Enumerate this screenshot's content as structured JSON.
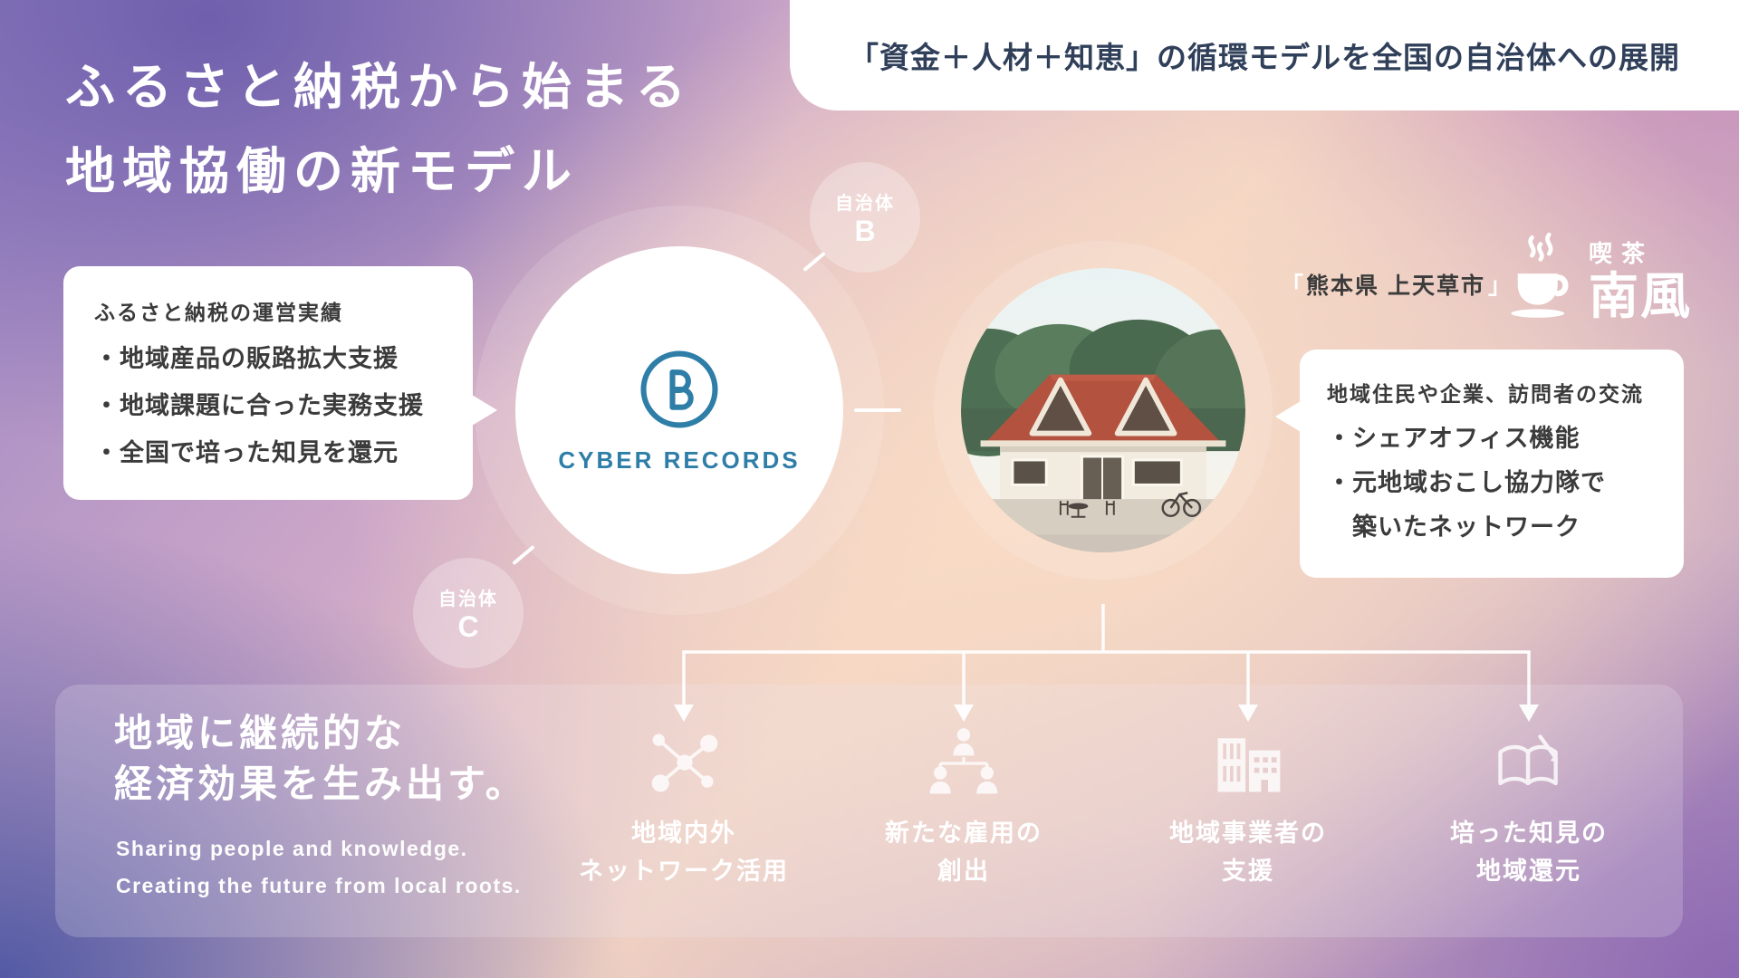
{
  "title": {
    "line1": "ふるさと納税から始まる",
    "line2": "地域協働の新モデル"
  },
  "top_banner": {
    "text": "「資金＋人材＋知恵」の循環モデルを全国の自治体への展開"
  },
  "left_card": {
    "header": "ふるさと納税の運営実績",
    "bullets": [
      "・地域産品の販路拡大支援",
      "・地域課題に合った実務支援",
      "・全国で培った知見を還元"
    ]
  },
  "center_circle": {
    "logo_text": "CYBER RECORDS"
  },
  "municipalities": {
    "b": {
      "label": "自治体",
      "letter": "B"
    },
    "c": {
      "label": "自治体",
      "letter": "C"
    }
  },
  "location": {
    "open": "「",
    "name": "熊本県 上天草市",
    "close": "」"
  },
  "cafe": {
    "small": "喫茶",
    "large": "南風"
  },
  "right_card": {
    "header": "地域住民や企業、訪問者の交流",
    "bullets": [
      "・シェアオフィス機能",
      "・元地域おこし協力隊で",
      "　築いたネットワーク"
    ]
  },
  "bottom": {
    "heading1": "地域に継続的な",
    "heading2": "経済効果を生み出す。",
    "sub1": "Sharing people and knowledge.",
    "sub2": "Creating the future from local roots.",
    "items": [
      {
        "line1": "地域内外",
        "line2": "ネットワーク活用"
      },
      {
        "line1": "新たな雇用の",
        "line2": "創出"
      },
      {
        "line1": "地域事業者の",
        "line2": "支援"
      },
      {
        "line1": "培った知見の",
        "line2": "地域還元"
      }
    ]
  },
  "colors": {
    "logo_blue": "#2e7ea8",
    "text_dark": "#3b3b3b",
    "banner_text": "#31405a",
    "roof_red": "#b2523f"
  }
}
